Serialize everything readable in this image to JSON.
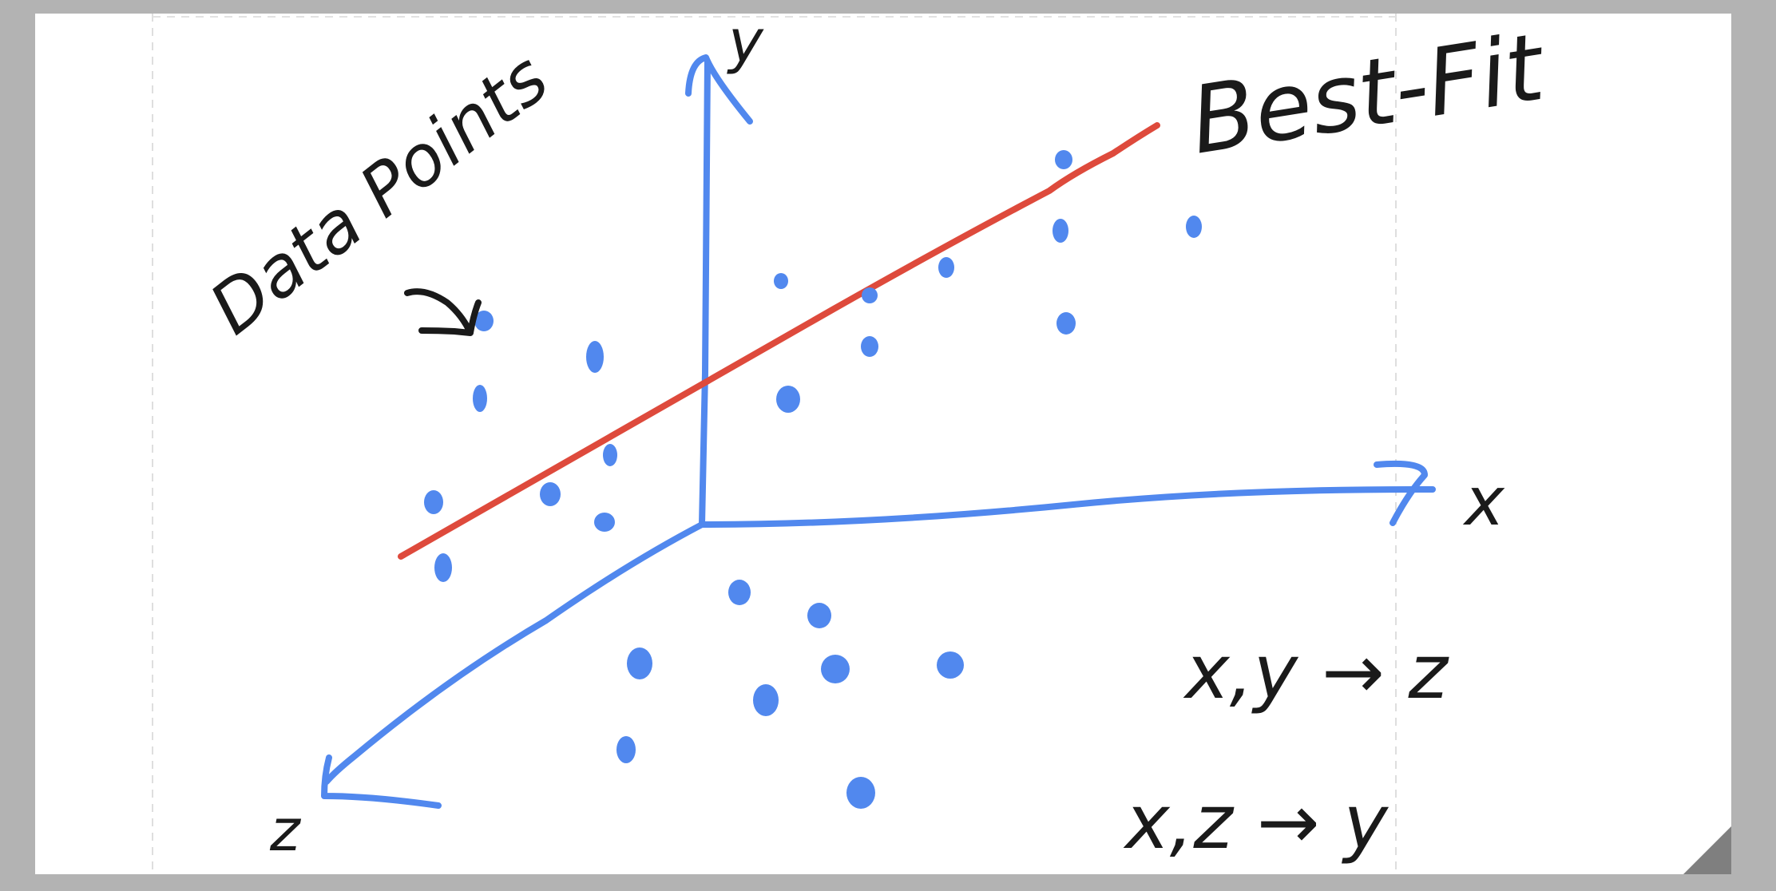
{
  "canvas": {
    "background": "#ffffff",
    "frame_color": "#b3b3b3",
    "tool": "resize-handle"
  },
  "colors": {
    "axis": "#5188ee",
    "best_fit": "#de4a3c",
    "points": "#5188ee",
    "ink": "#1a1a1a"
  },
  "labels": {
    "y_axis": "y",
    "x_axis": "x",
    "z_axis": "z",
    "best_fit": "Best-Fit",
    "data_points": "Data Points",
    "xy_to_z": "x,y → z",
    "xz_to_y": "x,z → y"
  },
  "icons": {
    "resize": "resize-corner-icon"
  }
}
